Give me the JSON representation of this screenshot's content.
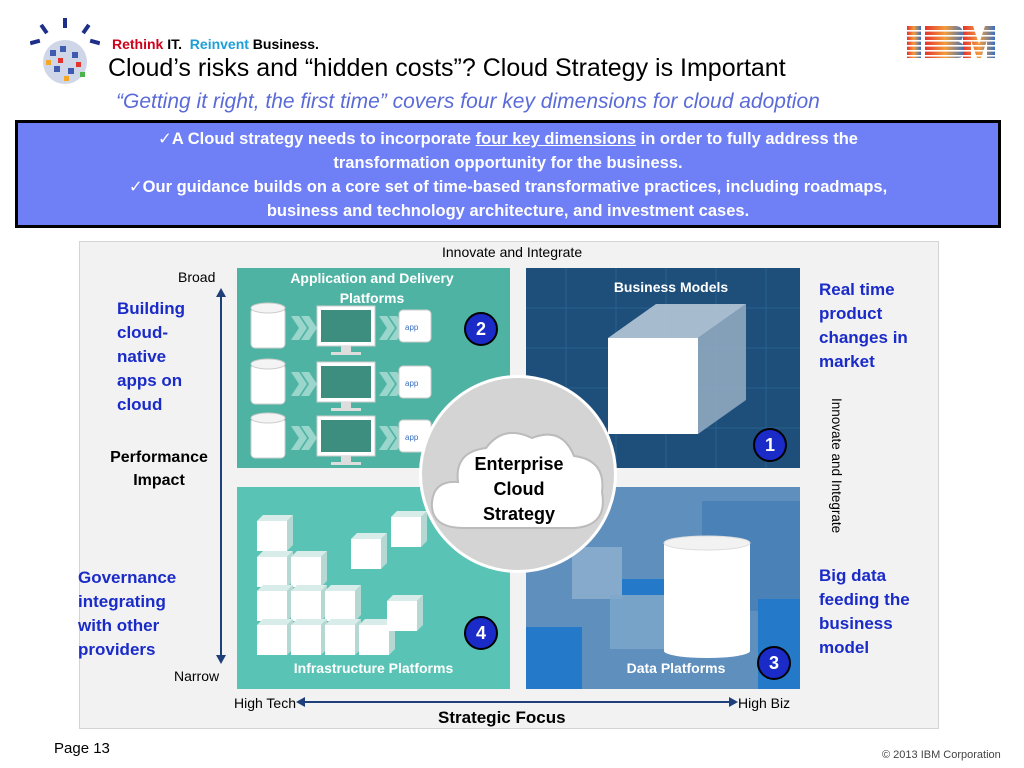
{
  "header": {
    "tagline_rethink": "Rethink",
    "tagline_it": " IT.",
    "tagline_reinvent": "Reinvent",
    "tagline_business": " Business.",
    "title": "Cloud’s risks and “hidden costs”? Cloud Strategy is Important",
    "subtitle": "“Getting it right, the first time” covers four key dimensions for cloud adoption",
    "brand": "IBM"
  },
  "callout": {
    "line1_a": "✓A Cloud strategy needs to incorporate ",
    "line1_u": "four key dimensions",
    "line1_b": " in order to fully address the",
    "line2": "transformation opportunity for the business.",
    "line3": "✓Our guidance builds on a core set of time-based transformative practices, including roadmaps,",
    "line4": "business and technology architecture, and investment cases."
  },
  "diagram": {
    "top_label": "Innovate and Integrate",
    "right_vertical_label": "Innovate and Integrate",
    "y_top": "Broad",
    "y_bottom": "Narrow",
    "y_title_1": "Performance",
    "y_title_2": "Impact",
    "x_left": "High Tech",
    "x_right": "High Biz",
    "x_title": "Strategic Focus",
    "center_1": "Enterprise",
    "center_2": "Cloud",
    "center_3": "Strategy",
    "app_tag": "app",
    "quadrants": [
      {
        "label": "Application and Delivery Platforms",
        "number": "2"
      },
      {
        "label": "Business Models",
        "number": "1"
      },
      {
        "label": "Infrastructure Platforms",
        "number": "4"
      },
      {
        "label": "Data Platforms",
        "number": "3"
      }
    ],
    "left_top": [
      "Building",
      "cloud-",
      "native",
      "apps on",
      "cloud"
    ],
    "left_bottom": [
      "Governance",
      "integrating",
      "with other",
      "providers"
    ],
    "right_top": [
      "Real time",
      "product",
      "changes in",
      "market"
    ],
    "right_bottom": [
      "Big data",
      "feeding the",
      "business",
      "model"
    ]
  },
  "footer": {
    "page": "Page 13",
    "copyright": "© 2013 IBM Corporation"
  },
  "colors": {
    "callout_bg": "#6f7ff5",
    "accent_blue": "#1a2bc8",
    "red": "#d0021b",
    "cyan": "#1e9fd8"
  }
}
